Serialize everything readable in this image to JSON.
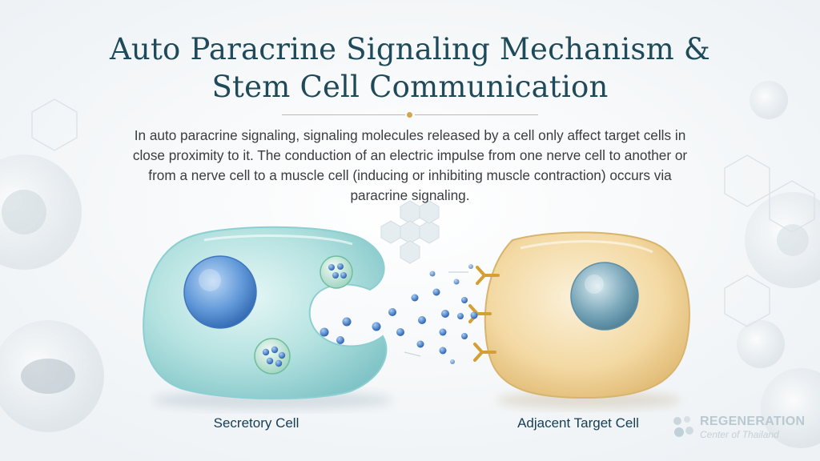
{
  "title": {
    "line1": "Auto Paracrine Signaling Mechanism &",
    "line2": "Stem Cell Communication"
  },
  "description": "In auto paracrine signaling, signaling molecules released by a cell only affect target cells in close proximity to it. The conduction of an electric impulse from one nerve cell to another or from a nerve cell to a muscle cell (inducing or inhibiting muscle contraction) occurs via paracrine signaling.",
  "labels": {
    "secretory": "Secretory Cell",
    "target": "Adjacent Target Cell"
  },
  "logo": {
    "name": "REGENERATION",
    "sub": "Center of Thailand"
  },
  "colors": {
    "title": "#1f4a5a",
    "accent_rule": "#d4b97a",
    "secretory_cell": "#a8dcd9",
    "target_cell": "#f0d49a",
    "molecule": "#3a78c2",
    "receptor": "#d8a53a"
  }
}
